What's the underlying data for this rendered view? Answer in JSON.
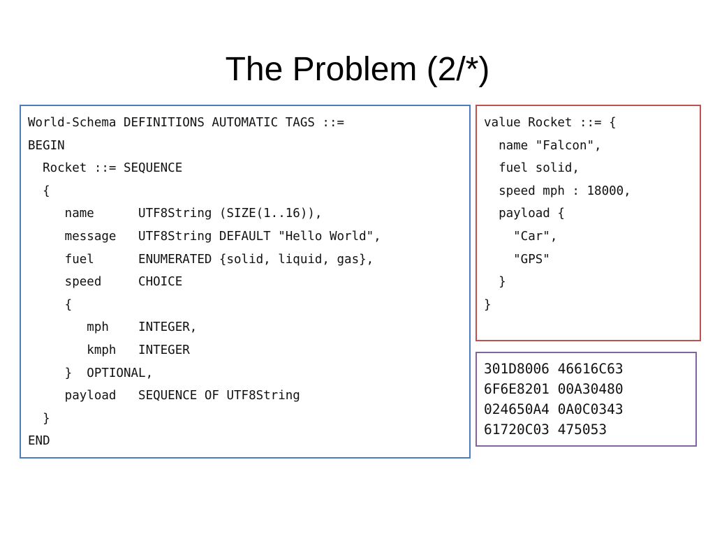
{
  "slide": {
    "title": "The Problem (2/*)"
  },
  "schema_box": {
    "border_color": "#4a7cc0",
    "lines": [
      "World-Schema DEFINITIONS AUTOMATIC TAGS ::=",
      "BEGIN",
      "  Rocket ::= SEQUENCE",
      "  {",
      "     name      UTF8String (SIZE(1..16)),",
      "     message   UTF8String DEFAULT \"Hello World\",",
      "     fuel      ENUMERATED {solid, liquid, gas},",
      "     speed     CHOICE",
      "     {",
      "        mph    INTEGER,",
      "        kmph   INTEGER",
      "     }  OPTIONAL,",
      "     payload   SEQUENCE OF UTF8String",
      "  }",
      "END"
    ]
  },
  "value_box": {
    "border_color": "#c0504d",
    "lines": [
      "value Rocket ::= {",
      "  name \"Falcon\",",
      "  fuel solid,",
      "  speed mph : 18000,",
      "  payload {",
      "    \"Car\",",
      "    \"GPS\"",
      "  }",
      "}"
    ]
  },
  "hex_box": {
    "border_color": "#8064a2",
    "lines": [
      "301D8006 46616C63",
      "6F6E8201 00A30480",
      "024650A4 0A0C0343",
      "61720C03 475053"
    ]
  }
}
